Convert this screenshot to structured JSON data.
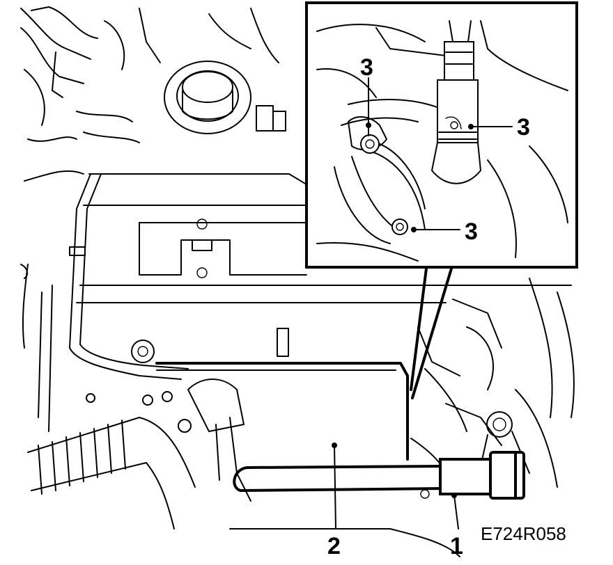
{
  "callouts": {
    "label_1": "1",
    "label_2": "2",
    "label_3a": "3",
    "label_3b": "3",
    "label_3c": "3"
  },
  "figure_code": "E724R058"
}
